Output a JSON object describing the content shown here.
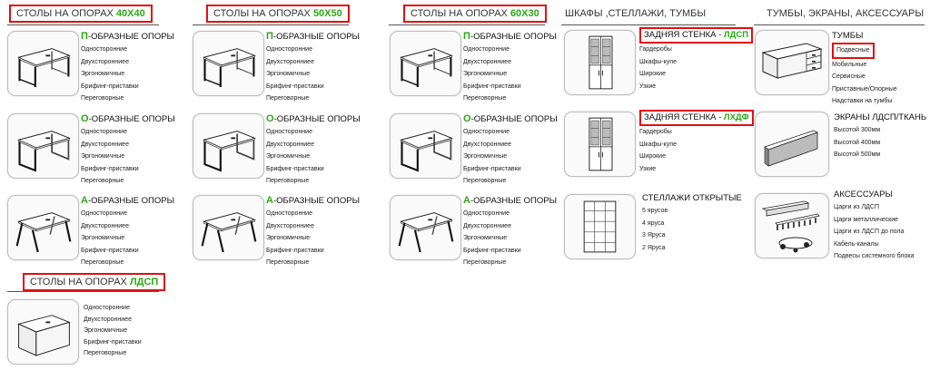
{
  "headers": {
    "h1": {
      "prefix": "СТОЛЫ НА ОПОРАХ ",
      "accent": "40Х40"
    },
    "h2": {
      "prefix": "СТОЛЫ НА ОПОРАХ ",
      "accent": "50Х50"
    },
    "h3": {
      "prefix": "СТОЛЫ НА ОПОРАХ ",
      "accent": "60Х30"
    },
    "h4": {
      "text": "ШКАФЫ ,СТЕЛЛАЖИ, ТУМБЫ"
    },
    "h5": {
      "text": "ТУМБЫ, ЭКРАНЫ, АКСЕССУАРЫ"
    },
    "h6": {
      "prefix": "СТОЛЫ НА ОПОРАХ ",
      "accent": "ЛДСП"
    }
  },
  "legs": {
    "p": {
      "letter": "П",
      "rest": "-ОБРАЗНЫЕ ОПОРЫ"
    },
    "o": {
      "letter": "О",
      "rest": "-ОБРАЗНЫЕ ОПОРЫ"
    },
    "a": {
      "letter": "А",
      "rest": "-ОБРАЗНЫЕ ОПОРЫ"
    }
  },
  "table_items": [
    "Односторонние",
    "Двухсторонниее",
    "Эргономичные",
    "Брифинг-приставки",
    "Переговорные"
  ],
  "cabinets": {
    "ldsp": {
      "prefix": "ЗАДНЯЯ СТЕНКА - ",
      "accent": "ЛДСП",
      "items": [
        "Гардеробы",
        "Шкафы-купе",
        "Широкие",
        "Узкие"
      ]
    },
    "lhdf": {
      "prefix": "ЗАДНЯЯ СТЕНКА - ",
      "accent": "ЛХДФ",
      "items": [
        "Гардеробы",
        "Шкафы-купе",
        "Широкие",
        "Узкие"
      ]
    },
    "racks": {
      "title": "СТЕЛЛАЖИ ОТКРЫТЫЕ",
      "items": [
        "5 ярусов",
        "4 яруса",
        "3 Яруса",
        "2 Яруса"
      ]
    }
  },
  "pedestals": {
    "title": "ТУМБЫ",
    "items": [
      "Подвесные",
      "Мобильные",
      "Сервисные",
      "Приставные/Опорные",
      "Надставки на тумбы"
    ]
  },
  "screens": {
    "title": "ЭКРАНЫ ЛДСП/ТКАНЬ",
    "items": [
      "Высотой 300мм",
      "Высотой 400мм",
      "Высотой 500мм"
    ]
  },
  "accessories": {
    "title": "АКСЕССУАРЫ",
    "items": [
      "Царги из ЛДСП",
      "Царги металлические",
      "Царги из ЛДСП до пола",
      "Кабель-каналы",
      "Подвесы системного блока"
    ]
  }
}
